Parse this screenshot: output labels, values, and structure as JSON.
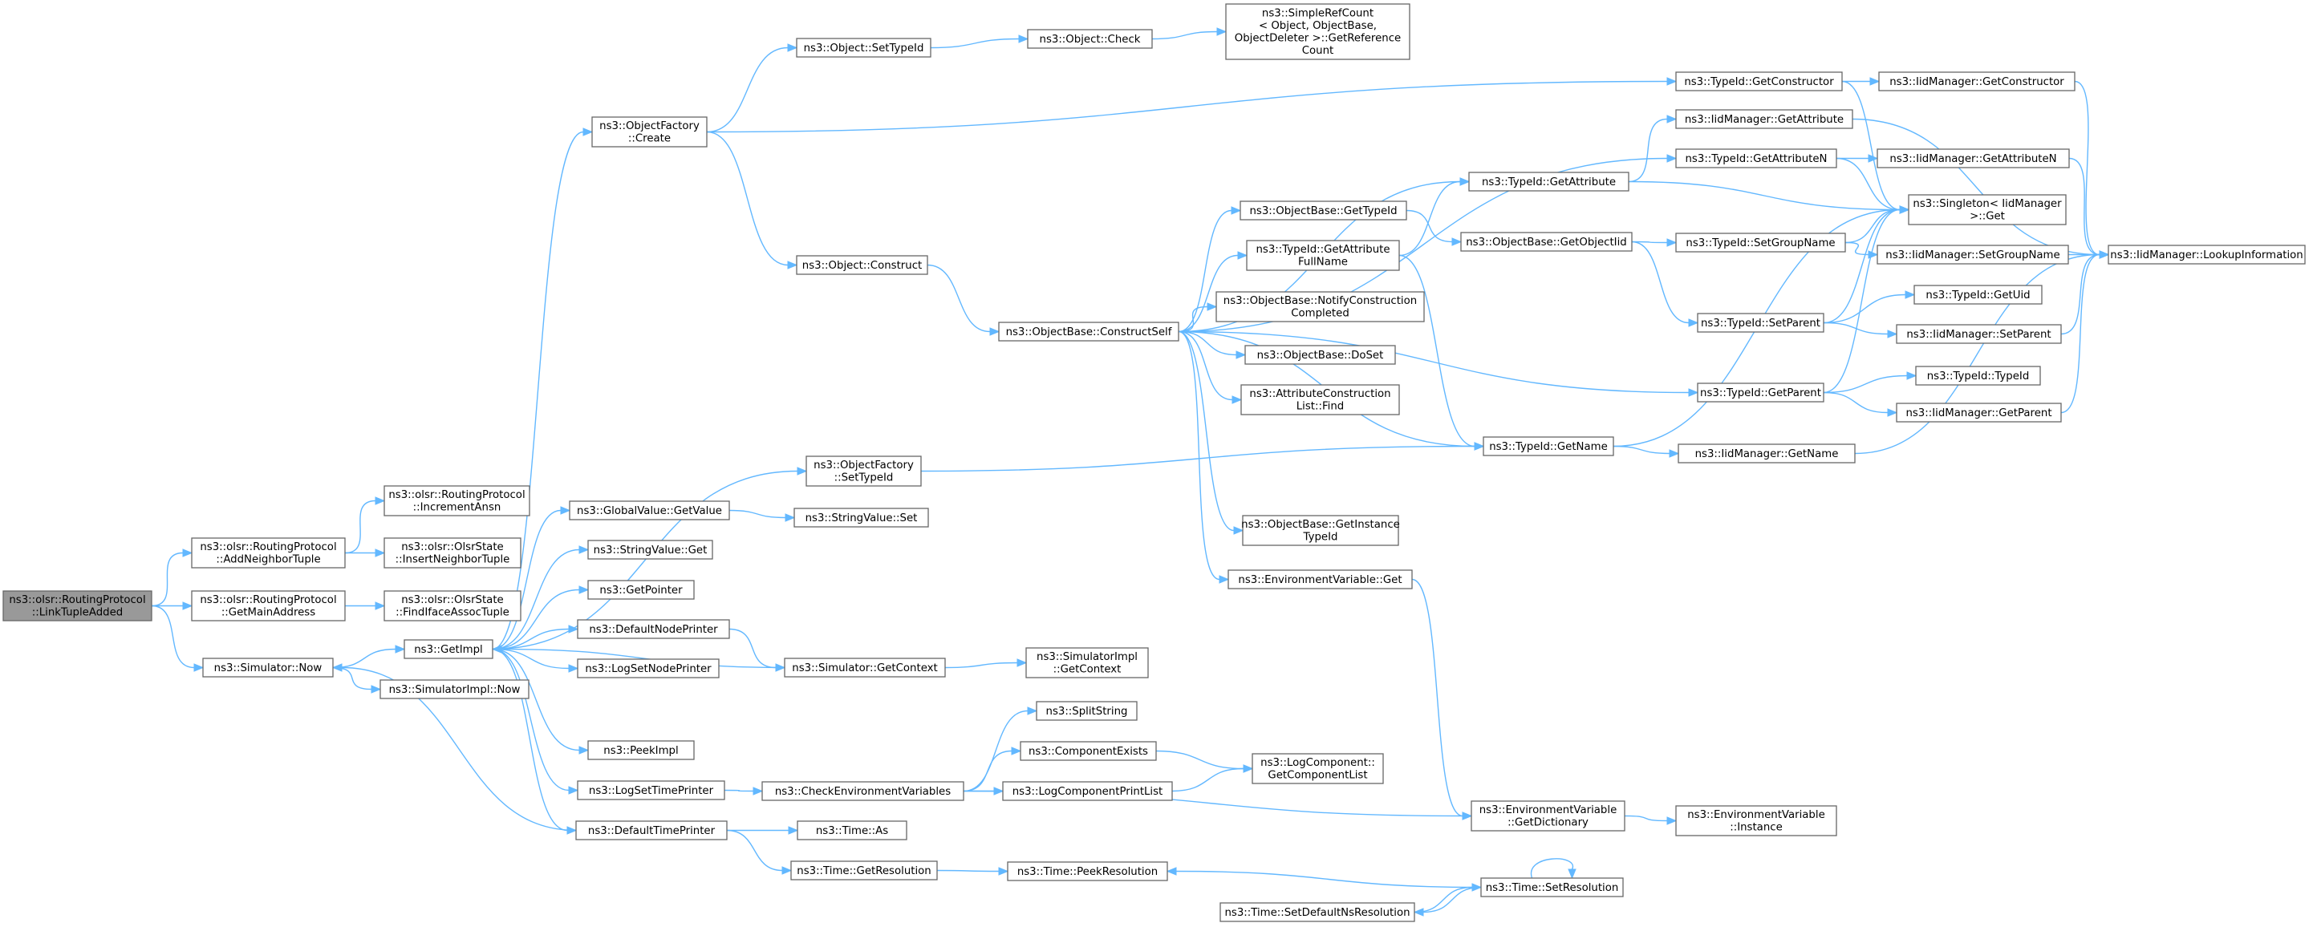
{
  "nodes": [
    {
      "id": "root",
      "lines": [
        "ns3::olsr::RoutingProtocol",
        "::LinkTupleAdded"
      ],
      "root": true
    },
    {
      "id": "addNeighbor",
      "lines": [
        "ns3::olsr::RoutingProtocol",
        "::AddNeighborTuple"
      ]
    },
    {
      "id": "getMainAddr",
      "lines": [
        "ns3::olsr::RoutingProtocol",
        "::GetMainAddress"
      ]
    },
    {
      "id": "simNow",
      "lines": [
        "ns3::Simulator::Now"
      ]
    },
    {
      "id": "incAnsn",
      "lines": [
        "ns3::olsr::RoutingProtocol",
        "::IncrementAnsn"
      ]
    },
    {
      "id": "insertNeighbor",
      "lines": [
        "ns3::olsr::OlsrState",
        "::InsertNeighborTuple"
      ]
    },
    {
      "id": "findIface",
      "lines": [
        "ns3::olsr::OlsrState",
        "::FindIfaceAssocTuple"
      ]
    },
    {
      "id": "getImpl",
      "lines": [
        "ns3::GetImpl"
      ]
    },
    {
      "id": "simImplNow",
      "lines": [
        "ns3::SimulatorImpl::Now"
      ]
    },
    {
      "id": "ofCreate",
      "lines": [
        "ns3::ObjectFactory",
        "::Create"
      ]
    },
    {
      "id": "ofSetTypeId",
      "lines": [
        "ns3::ObjectFactory",
        "::SetTypeId"
      ]
    },
    {
      "id": "gvGetValue",
      "lines": [
        "ns3::GlobalValue::GetValue"
      ]
    },
    {
      "id": "svGet",
      "lines": [
        "ns3::StringValue::Get"
      ]
    },
    {
      "id": "getPointer",
      "lines": [
        "ns3::GetPointer"
      ]
    },
    {
      "id": "defNodePrinter",
      "lines": [
        "ns3::DefaultNodePrinter"
      ]
    },
    {
      "id": "logSetNodePrinter",
      "lines": [
        "ns3::LogSetNodePrinter"
      ]
    },
    {
      "id": "peekImpl",
      "lines": [
        "ns3::PeekImpl"
      ]
    },
    {
      "id": "logSetTimePrinter",
      "lines": [
        "ns3::LogSetTimePrinter"
      ]
    },
    {
      "id": "defTimePrinter",
      "lines": [
        "ns3::DefaultTimePrinter"
      ]
    },
    {
      "id": "objSetTypeId",
      "lines": [
        "ns3::Object::SetTypeId"
      ]
    },
    {
      "id": "objConstruct",
      "lines": [
        "ns3::Object::Construct"
      ]
    },
    {
      "id": "svSet",
      "lines": [
        "ns3::StringValue::Set"
      ]
    },
    {
      "id": "simGetContext",
      "lines": [
        "ns3::Simulator::GetContext"
      ]
    },
    {
      "id": "checkEnv",
      "lines": [
        "ns3::CheckEnvironmentVariables"
      ]
    },
    {
      "id": "timeAs",
      "lines": [
        "ns3::Time::As"
      ]
    },
    {
      "id": "timeGetRes",
      "lines": [
        "ns3::Time::GetResolution"
      ]
    },
    {
      "id": "objCheck",
      "lines": [
        "ns3::Object::Check"
      ]
    },
    {
      "id": "obConstructSelf",
      "lines": [
        "ns3::ObjectBase::ConstructSelf"
      ]
    },
    {
      "id": "simImplGetContext",
      "lines": [
        "ns3::SimulatorImpl",
        "::GetContext"
      ]
    },
    {
      "id": "splitString",
      "lines": [
        "ns3::SplitString"
      ]
    },
    {
      "id": "compExists",
      "lines": [
        "ns3::ComponentExists"
      ]
    },
    {
      "id": "logCompPrintList",
      "lines": [
        "ns3::LogComponentPrintList"
      ]
    },
    {
      "id": "timePeekRes",
      "lines": [
        "ns3::Time::PeekResolution"
      ]
    },
    {
      "id": "timeSetDefNs",
      "lines": [
        "ns3::Time::SetDefaultNsResolution"
      ]
    },
    {
      "id": "srcGetRefCount",
      "lines": [
        "ns3::SimpleRefCount",
        "< Object, ObjectBase,",
        " ObjectDeleter >::GetReference",
        "Count"
      ]
    },
    {
      "id": "obGetTypeId",
      "lines": [
        "ns3::ObjectBase::GetTypeId"
      ]
    },
    {
      "id": "tidGetAttrFullName",
      "lines": [
        "ns3::TypeId::GetAttribute",
        "FullName"
      ]
    },
    {
      "id": "obNotify",
      "lines": [
        "ns3::ObjectBase::NotifyConstruction",
        "Completed"
      ]
    },
    {
      "id": "obDoSet",
      "lines": [
        "ns3::ObjectBase::DoSet"
      ]
    },
    {
      "id": "acListFind",
      "lines": [
        "ns3::AttributeConstruction",
        "List::Find"
      ]
    },
    {
      "id": "obGetInstTid",
      "lines": [
        "ns3::ObjectBase::GetInstance",
        "TypeId"
      ]
    },
    {
      "id": "envGet",
      "lines": [
        "ns3::EnvironmentVariable::Get"
      ]
    },
    {
      "id": "logCompGetList",
      "lines": [
        "ns3::LogComponent::",
        "GetComponentList"
      ]
    },
    {
      "id": "tidGetAttribute",
      "lines": [
        "ns3::TypeId::GetAttribute"
      ]
    },
    {
      "id": "obGetObjectIid",
      "lines": [
        "ns3::ObjectBase::GetObjectIid"
      ]
    },
    {
      "id": "tidGetName",
      "lines": [
        "ns3::TypeId::GetName"
      ]
    },
    {
      "id": "envGetDict",
      "lines": [
        "ns3::EnvironmentVariable",
        "::GetDictionary"
      ]
    },
    {
      "id": "timeSetRes",
      "lines": [
        "ns3::Time::SetResolution"
      ]
    },
    {
      "id": "tidGetConstructor",
      "lines": [
        "ns3::TypeId::GetConstructor"
      ]
    },
    {
      "id": "iidGetAttribute",
      "lines": [
        "ns3::IidManager::GetAttribute"
      ]
    },
    {
      "id": "tidGetAttributeN",
      "lines": [
        "ns3::TypeId::GetAttributeN"
      ]
    },
    {
      "id": "tidSetGroupName",
      "lines": [
        "ns3::TypeId::SetGroupName"
      ]
    },
    {
      "id": "tidSetParent",
      "lines": [
        "ns3::TypeId::SetParent"
      ]
    },
    {
      "id": "tidGetParent",
      "lines": [
        "ns3::TypeId::GetParent"
      ]
    },
    {
      "id": "iidGetName",
      "lines": [
        "ns3::IidManager::GetName"
      ]
    },
    {
      "id": "envInstance",
      "lines": [
        "ns3::EnvironmentVariable",
        "::Instance"
      ]
    },
    {
      "id": "iidGetConstructor",
      "lines": [
        "ns3::IidManager::GetConstructor"
      ]
    },
    {
      "id": "singletonGet",
      "lines": [
        "ns3::Singleton< IidManager",
        " >::Get"
      ]
    },
    {
      "id": "iidGetAttributeN",
      "lines": [
        "ns3::IidManager::GetAttributeN"
      ]
    },
    {
      "id": "iidSetGroupName",
      "lines": [
        "ns3::IidManager::SetGroupName"
      ]
    },
    {
      "id": "tidGetUid",
      "lines": [
        "ns3::TypeId::GetUid"
      ]
    },
    {
      "id": "iidSetParent",
      "lines": [
        "ns3::IidManager::SetParent"
      ]
    },
    {
      "id": "tidTypeId",
      "lines": [
        "ns3::TypeId::TypeId"
      ]
    },
    {
      "id": "iidGetParent",
      "lines": [
        "ns3::IidManager::GetParent"
      ]
    },
    {
      "id": "iidLookup",
      "lines": [
        "ns3::IidManager::LookupInformation"
      ]
    }
  ]
}
